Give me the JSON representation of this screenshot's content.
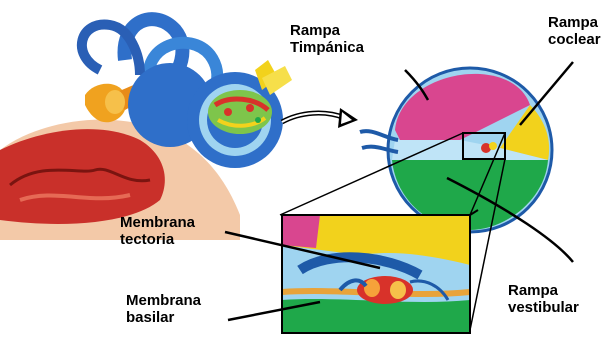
{
  "labels": {
    "rampa_timpanica": {
      "line1": "Rampa",
      "line2": "Timpánica"
    },
    "rampa_coclear": {
      "line1": "Rampa",
      "line2": "coclear"
    },
    "membrana_tectoria": {
      "line1": "Membrana",
      "line2": "tectoria"
    },
    "membrana_basilar": {
      "line1": "Membrana",
      "line2": "basilar"
    },
    "rampa_vestibular": {
      "line1": "Rampa",
      "line2": "vestibular"
    }
  },
  "colors": {
    "scala_magenta": "#d9468f",
    "scala_yellow": "#f2d21c",
    "scala_green": "#1fa84a",
    "cochlea_blue": "#2f6fc9",
    "light_blue": "#9fd4f0",
    "organ_red": "#d8322a",
    "ear_red": "#c9302a",
    "skin": "#f3c9a8"
  }
}
